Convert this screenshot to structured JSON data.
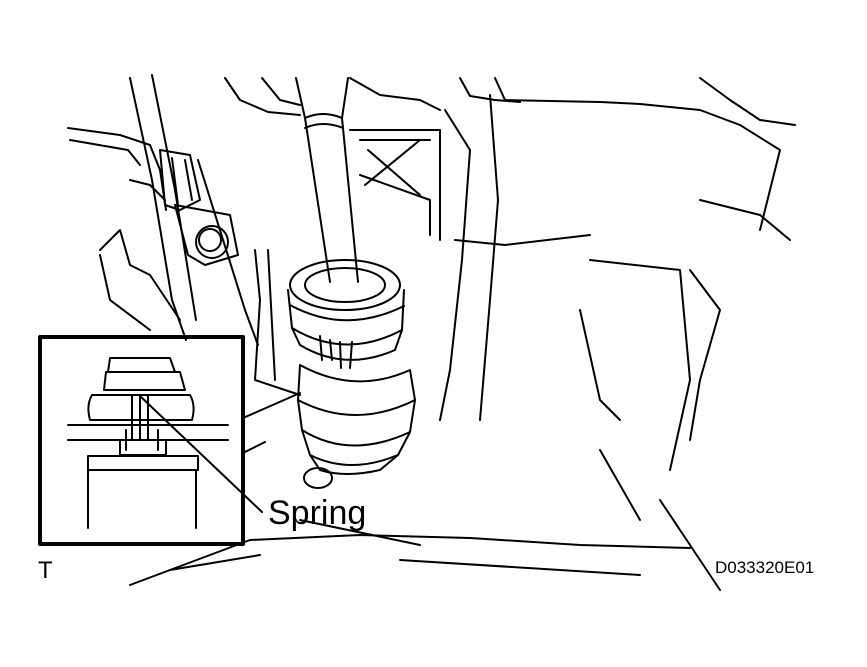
{
  "diagram": {
    "callout_label": "Spring",
    "corner_letter": "T",
    "figure_id": "D033320E01",
    "stroke_color": "#000000",
    "background_color": "#ffffff"
  }
}
